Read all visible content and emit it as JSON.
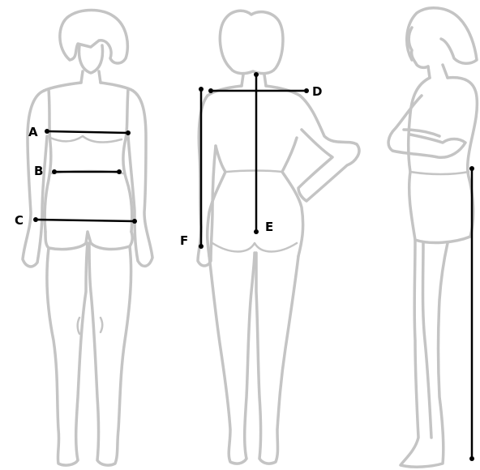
{
  "colors": {
    "figure_outline": "#c4c4c4",
    "measure_line": "#000000",
    "background": "#ffffff"
  },
  "views": [
    "front-view",
    "back-view",
    "side-view"
  ],
  "measurements": {
    "A": {
      "label": "A"
    },
    "B": {
      "label": "B"
    },
    "C": {
      "label": "C"
    },
    "D": {
      "label": "D"
    },
    "E": {
      "label": "E"
    },
    "F": {
      "label": "F"
    }
  }
}
